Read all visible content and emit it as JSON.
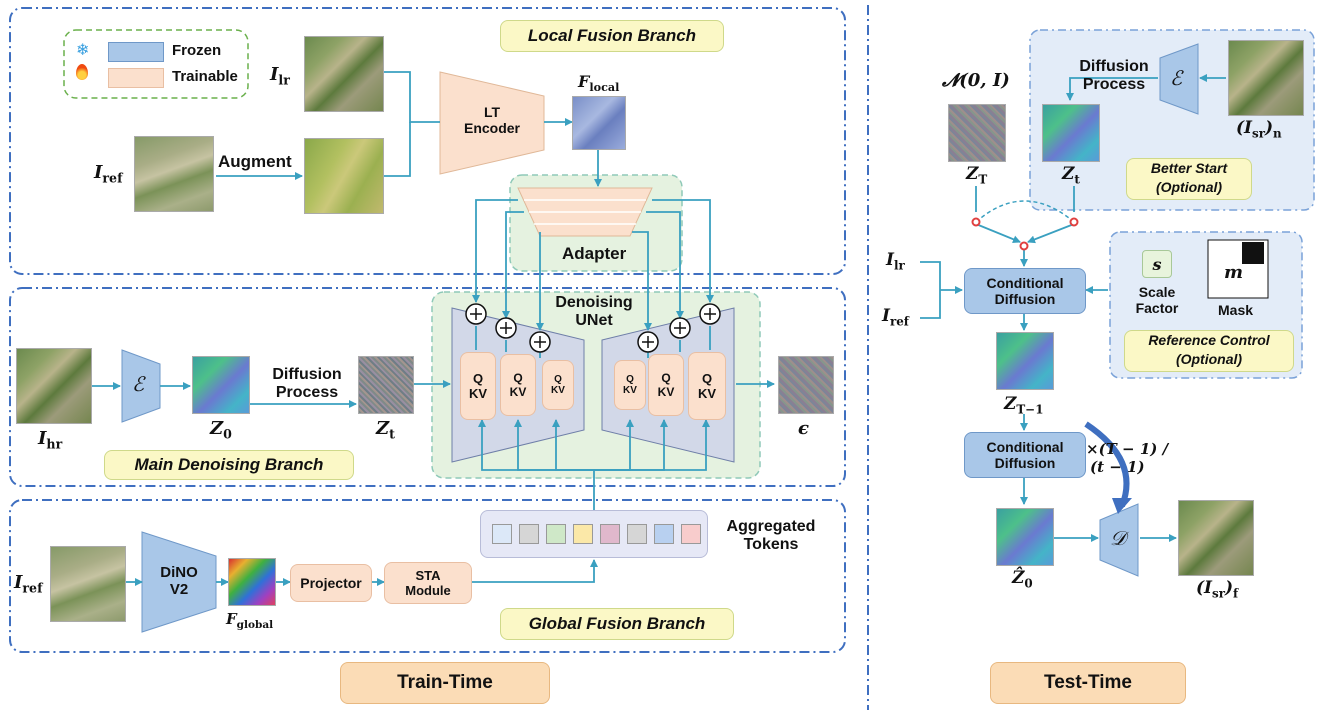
{
  "legend": {
    "frozen": "Frozen",
    "trainable": "Trainable",
    "frozen_icon": "snowflake-icon",
    "trainable_icon": "fire-icon"
  },
  "branches": {
    "local": "Local Fusion Branch",
    "main": "Main Denoising Branch",
    "global": "Global Fusion Branch"
  },
  "modules": {
    "lt_encoder_1": "LT",
    "lt_encoder_2": "Encoder",
    "augment": "Augment",
    "adapter": "Adapter",
    "unet_1": "Denoising",
    "unet_2": "UNet",
    "diffusion_process_1": "Diffusion",
    "diffusion_process_2": "Process",
    "dino_1": "DiNO",
    "dino_2": "V2",
    "projector": "Projector",
    "sta_1": "STA",
    "sta_2": "Module",
    "aggregated_1": "Aggregated",
    "aggregated_2": "Tokens",
    "qkv_q": "Q",
    "qkv_kv": "KV"
  },
  "symbols": {
    "i_lr": "I",
    "i_lr_sub": "lr",
    "i_ref": "I",
    "i_ref_sub": "ref",
    "i_hr": "I",
    "i_hr_sub": "hr",
    "f_local": "F",
    "f_local_sub": "local",
    "f_global": "F",
    "f_global_sub": "global",
    "z0": "Z",
    "z0_sub": "0",
    "zt": "Z",
    "zt_sub": "t",
    "epsilon": "ϵ",
    "encoder": "ℰ",
    "decoder": "𝒟"
  },
  "token_colors": [
    "#dce8f8",
    "#d6d6d6",
    "#cfe8c8",
    "#fbe8a8",
    "#e0b8cc",
    "#d6d6d6",
    "#b8d0f0",
    "#f8cccc"
  ],
  "test": {
    "normal": "𝓝(0, I)",
    "zT": "Z",
    "zT_sub": "T",
    "zt": "Z",
    "zt_sub": "t",
    "diffusion_process_1": "Diffusion",
    "diffusion_process_2": "Process",
    "isr_n": "(I",
    "isr_n_sub": "sr",
    "isr_n_end": ")",
    "isr_n_end_sub": "n",
    "better_start_1": "Better Start",
    "better_start_2": "(Optional)",
    "cond_diff_1": "Conditional",
    "cond_diff_2": "Diffusion",
    "i_lr": "I",
    "i_lr_sub": "lr",
    "i_ref": "I",
    "i_ref_sub": "ref",
    "scale_symbol": "s",
    "scale_1": "Scale",
    "scale_2": "Factor",
    "mask_symbol": "m",
    "mask_label": "Mask",
    "ref_control_1": "Reference Control",
    "ref_control_2": "(Optional)",
    "zT1": "Z",
    "zT1_sub": "T−1",
    "repeat_1": "×(T − 1) /",
    "repeat_2": "(t − 1)",
    "z0hat": "Ẑ",
    "z0hat_sub": "0",
    "isr_f": "(I",
    "isr_f_sub": "sr",
    "isr_f_end": ")",
    "isr_f_end_sub": "f"
  },
  "footer": {
    "train": "Train-Time",
    "test": "Test-Time"
  }
}
